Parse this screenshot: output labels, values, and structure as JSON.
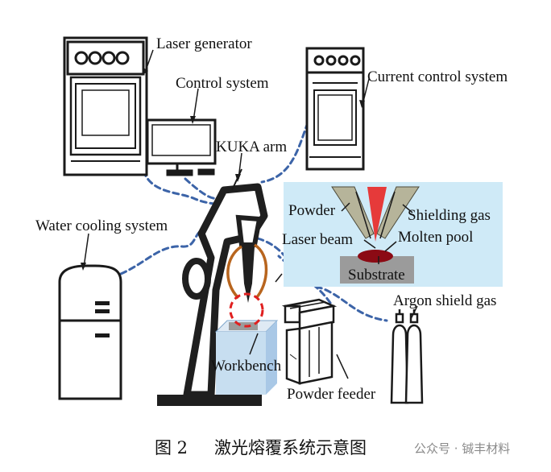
{
  "labels": {
    "laser_generator": "Laser generator",
    "control_system": "Control system",
    "current_control_system": "Current control system",
    "kuka_arm": "KUKA arm",
    "water_cooling_system": "Water cooling system",
    "powder": "Powder",
    "shielding_gas": "Shielding gas",
    "laser_beam": "Laser beam",
    "molten_pool": "Molten pool",
    "substrate": "Substrate",
    "argon_shield_gas": "Argon shield gas",
    "workbench": "Workbench",
    "powder_feeder": "Powder feeder"
  },
  "caption": {
    "figure_number": "图 2",
    "title": "激光熔覆系统示意图"
  },
  "watermark": {
    "text": "公众号 · 铖丰材料"
  },
  "colors": {
    "line": "#1a1a1a",
    "dashed_connector": "#3c64a8",
    "inset_background": "#cfeaf7",
    "laser_beam": "#e63a3a",
    "nozzle": "#b6b49a",
    "molten_pool": "#8b0a14",
    "substrate": "#9b9b9b",
    "workbench_front": "#c7def0",
    "workbench_side": "#a9c8e6",
    "cable": "#b8651e",
    "focus_circle": "#e02020",
    "machine_dark": "#1f1f1f"
  }
}
